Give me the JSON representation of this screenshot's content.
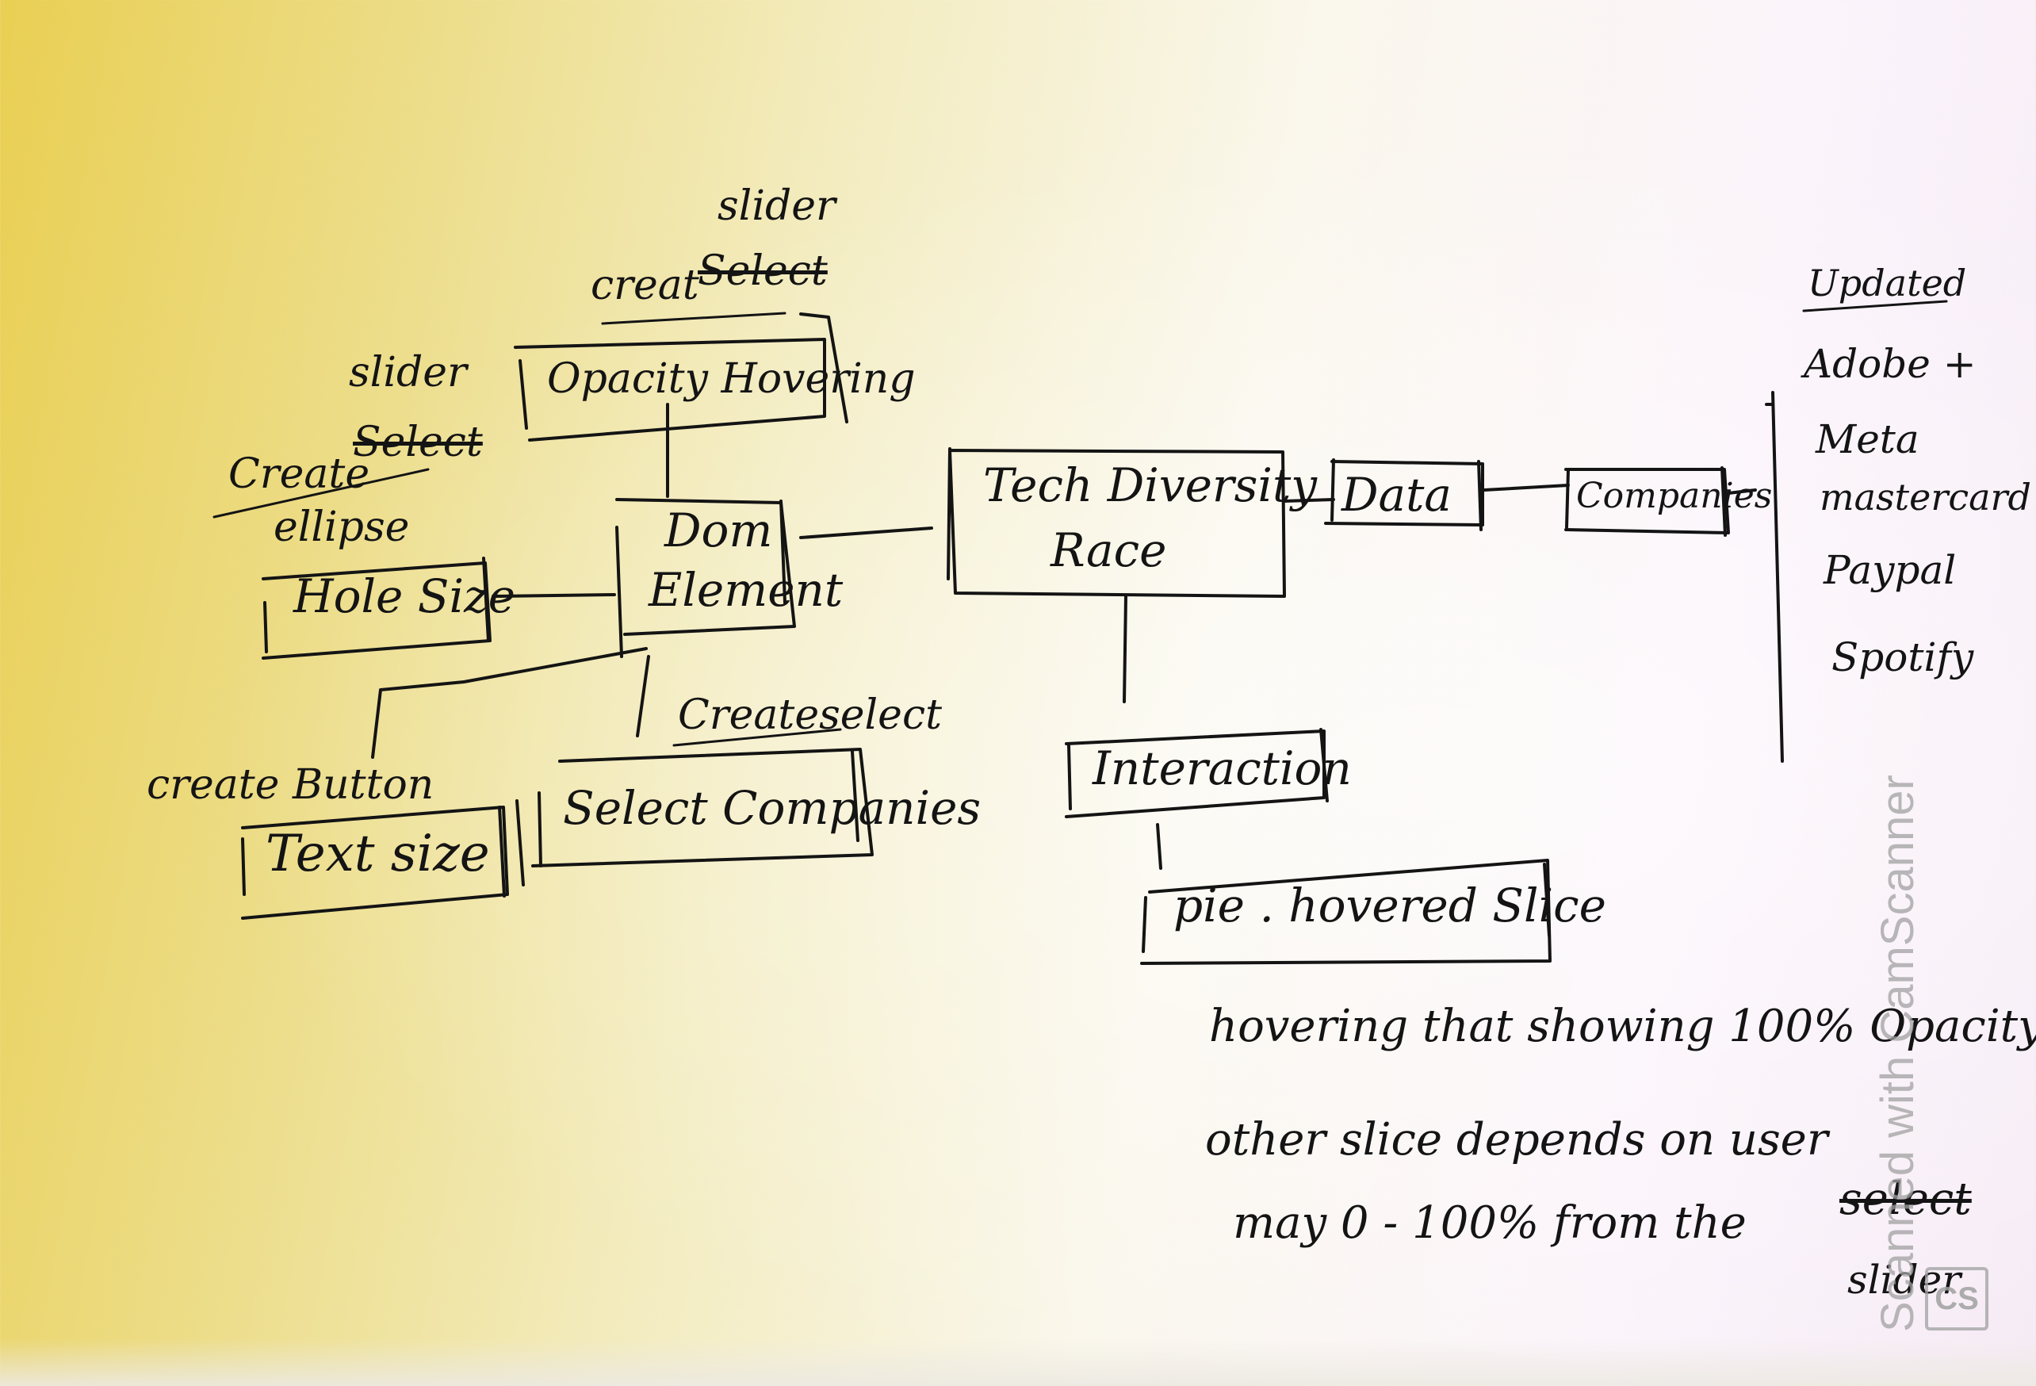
{
  "nodes": {
    "center": {
      "line1": "Tech Diversity",
      "line2": "Race"
    },
    "data": "Data",
    "companies": "Companies",
    "dom_element": {
      "line1": "Dom",
      "line2": "Element"
    },
    "opacity_hovering": "Opacity Hovering",
    "hole_size": "Hole Size",
    "text_size": "Text size",
    "select_companies": "Select Companies",
    "interaction": "Interaction",
    "pie_hovered_slice": "pie . hovered Slice"
  },
  "annotations": {
    "opacity_create": "creat",
    "opacity_struck": "Select",
    "opacity_replacement": "slider",
    "hole_create": "Create",
    "hole_struck": "Select",
    "hole_replacement": "slider",
    "hole_ellipse": "ellipse",
    "text_create": "create Button",
    "select_create": "Createselect"
  },
  "companies_list": {
    "heading": "Updated",
    "items": [
      "Adobe +",
      "Meta",
      "mastercard",
      "Paypal",
      "Spotify"
    ]
  },
  "note": {
    "line1": "hovering that showing 100% Opacity",
    "line2": "other slice depends on user",
    "line3_prefix": "may 0 - 100% from the",
    "line3_struck": "select",
    "line3_replacement": "slider"
  },
  "watermark": {
    "text": "Scanned with CamScanner",
    "logo": "CS"
  }
}
